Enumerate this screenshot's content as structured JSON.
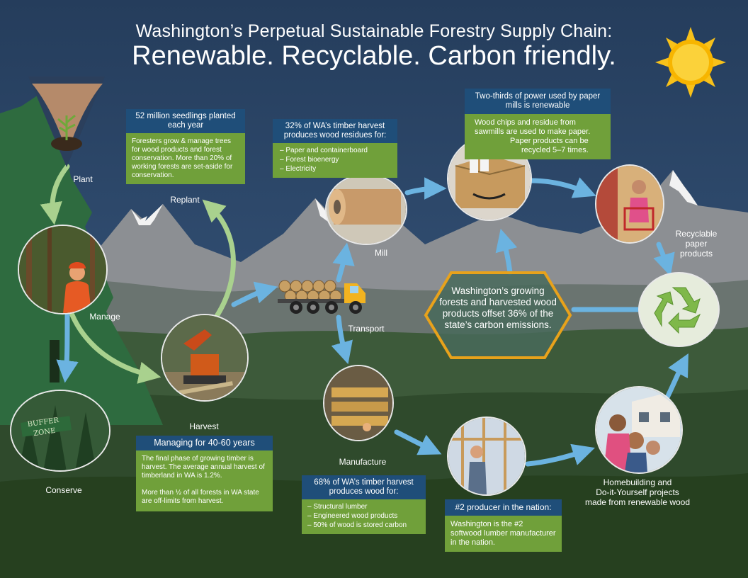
{
  "title": {
    "line1": "Washington’s Perpetual Sustainable Forestry Supply Chain:",
    "line2": "Renewable. Recyclable. Carbon friendly."
  },
  "labels": {
    "plant": "Plant",
    "replant": "Replant",
    "manage": "Manage",
    "conserve": "Conserve",
    "harvest": "Harvest",
    "transport": "Transport",
    "mill": "Mill",
    "manufacture": "Manufacture",
    "recyclable": [
      "Recyclable",
      "paper",
      "products"
    ],
    "homebuilding": [
      "Homebuilding and",
      "Do-it-Yourself projects",
      "made from renewable wood"
    ],
    "buffer_zone": "BUFFER ZONE"
  },
  "replant_box": {
    "header": "52 million seedlings planted each year",
    "body": "Foresters grow & manage trees for wood products and forest conservation. More than 20% of working forests are set-aside for conservation."
  },
  "mill_box": {
    "header": "32% of WA’s timber harvest produces wood residues for:",
    "items": [
      "– Paper and containerboard",
      "– Forest bioenergy",
      "– Electricity"
    ]
  },
  "paper_box": {
    "header": "Two-thirds of power used by paper mills is renewable",
    "body_lines": [
      "Wood chips and residue from",
      "sawmills are used to make paper.",
      "Paper products can be",
      "recycled 5–7 times."
    ]
  },
  "harvest_box": {
    "header": "Managing for 40-60 years",
    "body1": "The final phase of growing timber is harvest. The average annual harvest of timberland in WA is 1.2%.",
    "body2": "More than ½ of all  forests in WA state are off-limits from harvest."
  },
  "manufacture_box": {
    "header": "68% of WA’s timber harvest produces wood for:",
    "items": [
      "– Structural lumber",
      "– Engineered  wood products",
      "– 50% of wood is stored carbon"
    ]
  },
  "producer_box": {
    "header": "#2 producer in the nation:",
    "body": "Washington is the #2 softwood lumber manufacturer in the nation."
  },
  "carbon": {
    "text": "Washington’s growing forests and harvested  wood products offset 36% of the state’s carbon emissions."
  },
  "colors": {
    "box_header": "#1f4e79",
    "box_body": "#70a03a",
    "hexagon_border": "#e8a21b",
    "hexagon_fill": "#486a5a",
    "arrow_blue": "#6bb3e0",
    "arrow_green": "#a9d18e",
    "sun": "#f7c11a"
  }
}
